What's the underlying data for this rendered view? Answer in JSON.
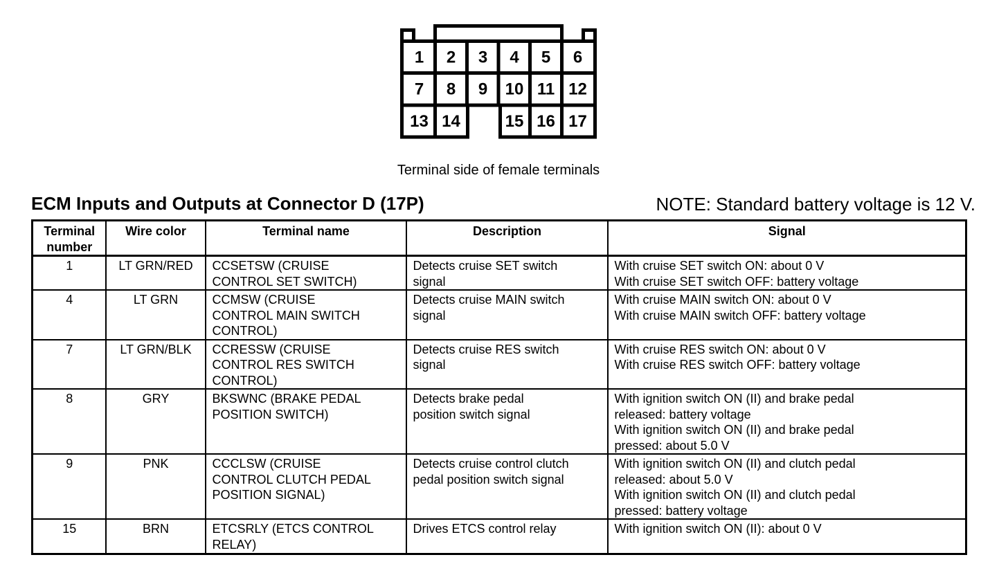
{
  "page": {
    "background": "#ffffff",
    "text_color": "#000000"
  },
  "connector": {
    "caption": "Terminal side of female terminals",
    "terminal_rows": [
      [
        "1",
        "2",
        "3",
        "4",
        "5",
        "6"
      ],
      [
        "7",
        "8",
        "9",
        "10",
        "11",
        "12"
      ],
      [
        "13",
        "14",
        "15",
        "16",
        "17"
      ]
    ]
  },
  "heading": {
    "title": "ECM Inputs and Outputs at Connector D (17P)",
    "note": "NOTE: Standard battery voltage is 12 V."
  },
  "table": {
    "columns": [
      "Terminal\nnumber",
      "Wire color",
      "Terminal name",
      "Description",
      "Signal"
    ],
    "rows": [
      {
        "terminal_number": "1",
        "wire_color": "LT GRN/RED",
        "terminal_name": "CCSETSW (CRUISE\nCONTROL SET SWITCH)",
        "description": "Detects cruise SET switch\nsignal",
        "signal": "With cruise SET switch ON: about 0 V\nWith cruise SET switch OFF: battery voltage"
      },
      {
        "terminal_number": "4",
        "wire_color": "LT GRN",
        "terminal_name": "CCMSW (CRUISE\nCONTROL MAIN SWITCH\nCONTROL)",
        "description": "Detects cruise MAIN switch\nsignal",
        "signal": "With cruise MAIN switch ON: about 0 V\nWith cruise MAIN switch OFF: battery voltage"
      },
      {
        "terminal_number": "7",
        "wire_color": "LT GRN/BLK",
        "terminal_name": "CCRESSW (CRUISE\nCONTROL RES SWITCH\nCONTROL)",
        "description": "Detects cruise RES switch\nsignal",
        "signal": "With cruise RES switch ON: about 0 V\nWith cruise RES switch OFF: battery voltage"
      },
      {
        "terminal_number": "8",
        "wire_color": "GRY",
        "terminal_name": "BKSWNC (BRAKE PEDAL\nPOSITION SWITCH)",
        "description": "Detects brake pedal\nposition switch signal",
        "signal": "With ignition switch ON (II) and brake pedal\nreleased: battery voltage\nWith ignition switch ON (II) and brake pedal\npressed: about 5.0 V"
      },
      {
        "terminal_number": "9",
        "wire_color": "PNK",
        "terminal_name": "CCCLSW (CRUISE\nCONTROL CLUTCH PEDAL\nPOSITION SIGNAL)",
        "description": "Detects cruise control clutch\npedal position switch signal",
        "signal": "With ignition switch ON (II) and clutch pedal\nreleased: about 5.0 V\nWith ignition switch ON (II) and clutch pedal\npressed: battery voltage"
      },
      {
        "terminal_number": "15",
        "wire_color": "BRN",
        "terminal_name": "ETCSRLY (ETCS CONTROL\nRELAY)",
        "description": "Drives ETCS control relay",
        "signal": "With ignition switch ON (II): about 0 V"
      }
    ]
  }
}
